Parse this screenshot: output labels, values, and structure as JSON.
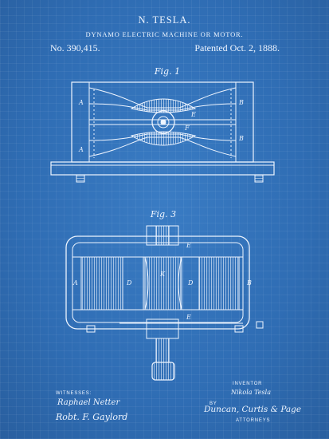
{
  "header": {
    "inventor_name": "N. TESLA.",
    "invention_title": "DYNAMO ELECTRIC MACHINE OR MOTOR.",
    "patent_number": "No. 390,415.",
    "patent_date": "Patented Oct. 2, 1888."
  },
  "figures": {
    "fig1_label": "Fig. 1",
    "fig3_label": "Fig. 3",
    "fig1_letters": {
      "A": "A",
      "B": "B",
      "E": "E",
      "F": "F"
    },
    "fig3_letters": {
      "A": "A",
      "B": "B",
      "D": "D",
      "E": "E",
      "K": "K"
    }
  },
  "footer": {
    "witnesses_label": "WITNESSES:",
    "witness_1": "Raphael Netter",
    "witness_2": "Robt. F. Gaylord",
    "inventor_label": "INVENTOR",
    "inventor_signature": "Nikola Tesla",
    "by_label": "BY",
    "attorneys_signature": "Duncan, Curtis & Page",
    "attorneys_label": "ATTORNEYS"
  },
  "colors": {
    "paper": "#2f6db4",
    "ink": "#eef5ff"
  }
}
